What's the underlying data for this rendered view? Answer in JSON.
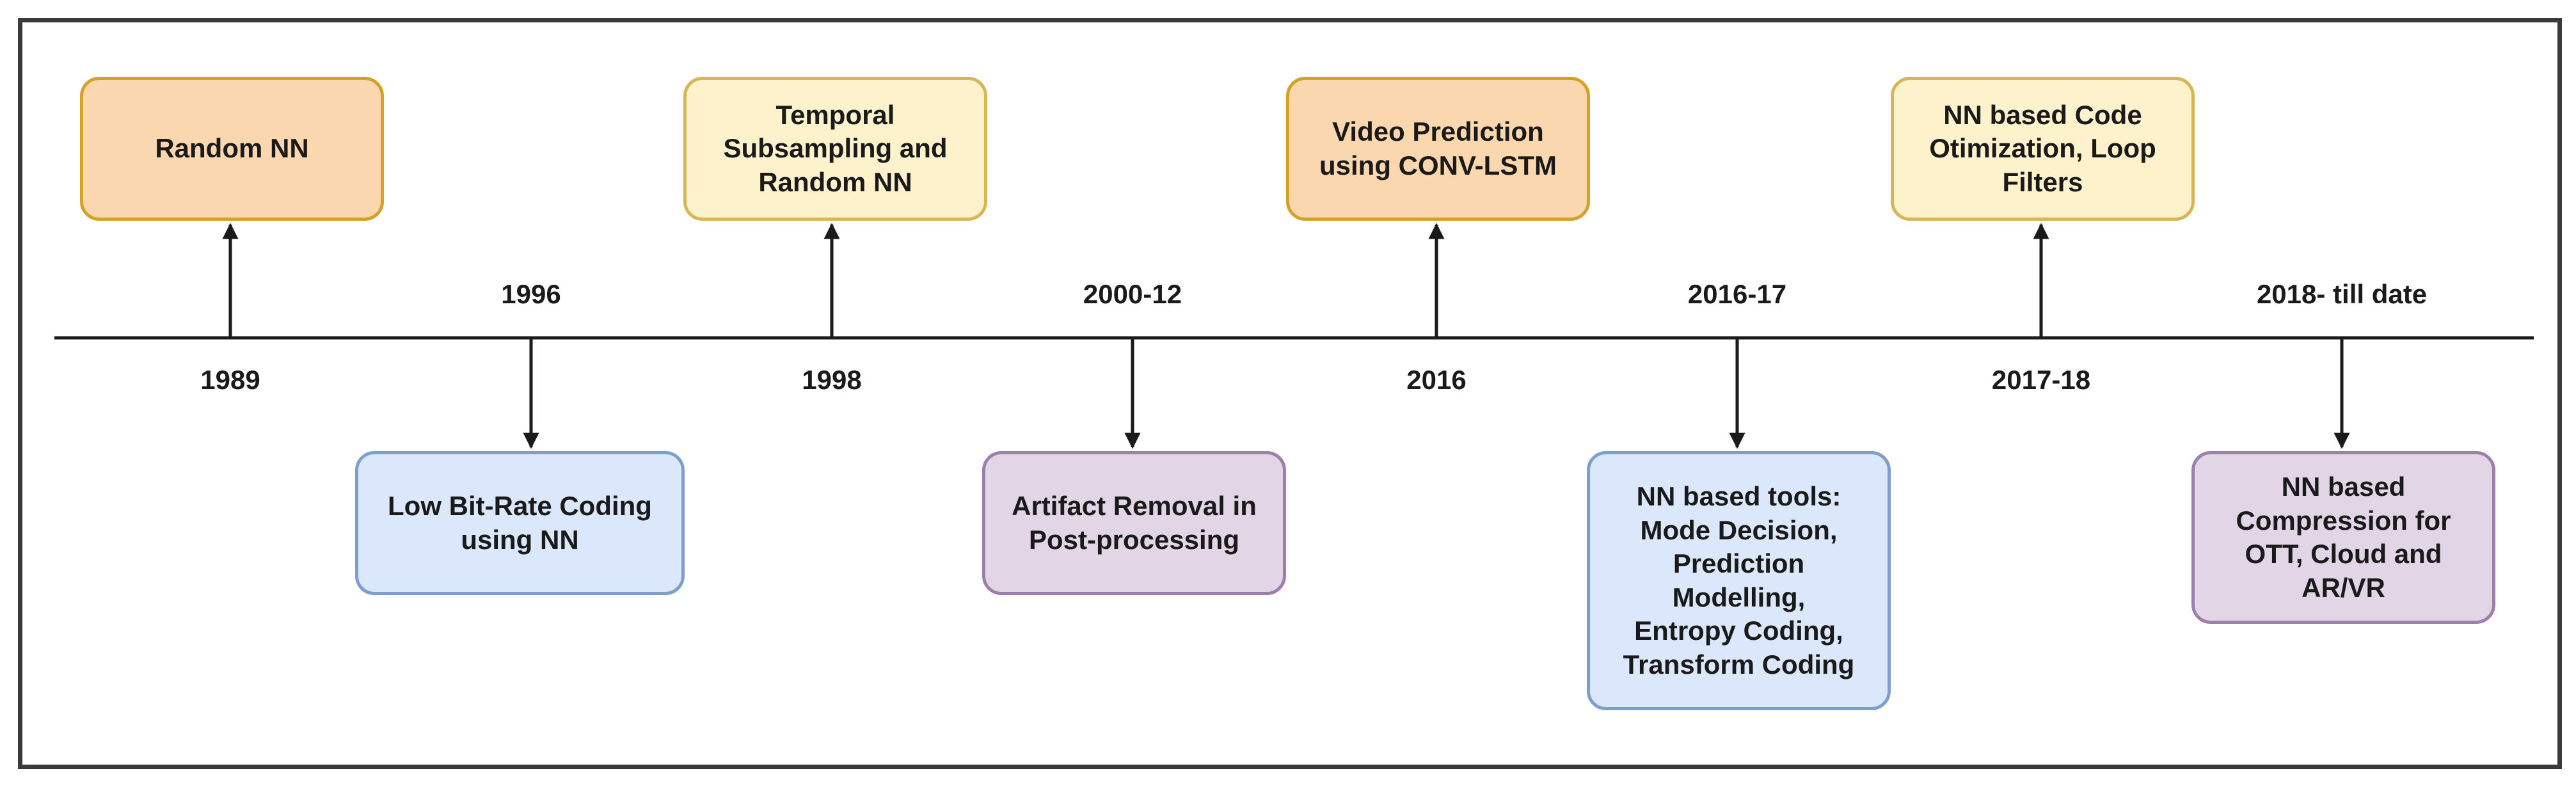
{
  "events": [
    {
      "year": "1989",
      "text": "Random NN",
      "side": "above",
      "color": "orange"
    },
    {
      "year": "1996",
      "text": "Low Bit-Rate Coding\nusing NN",
      "side": "below",
      "color": "blue"
    },
    {
      "year": "1998",
      "text": "Temporal\nSubsampling and\nRandom NN",
      "side": "above",
      "color": "yellow"
    },
    {
      "year": "2000-12",
      "text": "Artifact Removal in\nPost-processing",
      "side": "below",
      "color": "purple"
    },
    {
      "year": "2016",
      "text": "Video Prediction\nusing CONV-LSTM",
      "side": "above",
      "color": "orange"
    },
    {
      "year": "2016-17",
      "text": "NN based tools:\nMode Decision,\nPrediction\nModelling,\nEntropy Coding,\nTransform Coding",
      "side": "below",
      "color": "blue"
    },
    {
      "year": "2017-18",
      "text": "NN based Code\nOtimization, Loop\nFilters",
      "side": "above",
      "color": "yellow"
    },
    {
      "year": "2018- till date",
      "text": "NN based\nCompression for\nOTT, Cloud and\nAR/VR",
      "side": "below",
      "color": "purple"
    }
  ]
}
